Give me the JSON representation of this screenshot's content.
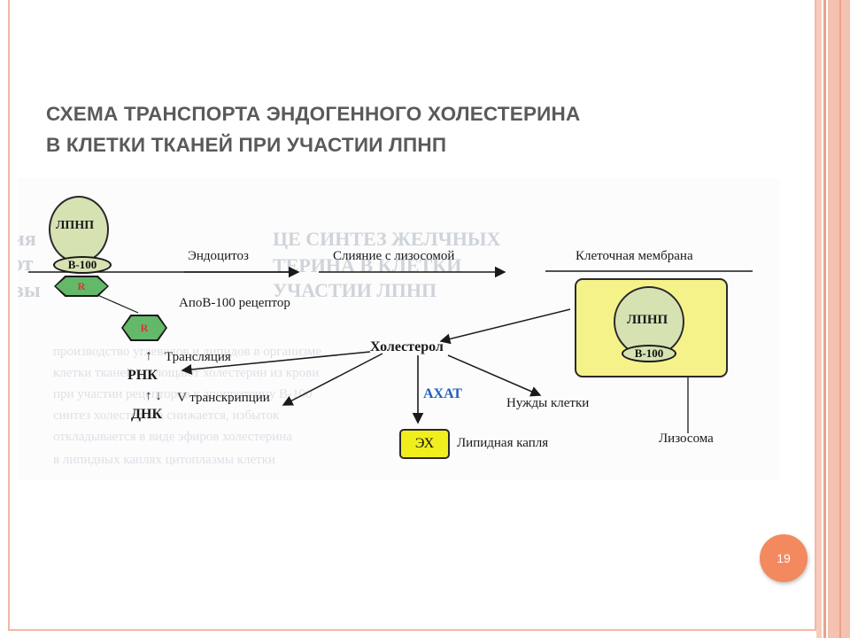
{
  "slide": {
    "title_line1": "СХЕМА ТРАНСПОРТА ЭНДОГЕННОГО ХОЛЕСТЕРИНА",
    "title_line2": "В КЛЕТКИ ТКАНЕЙ  ПРИ УЧАСТИИ ЛПНП",
    "page_number": "19",
    "colors": {
      "accent": "#f3895e",
      "frame": "#f2b8a6",
      "title": "#5a5a5a"
    }
  },
  "diagram": {
    "ldl_label": "ЛПНП",
    "apo_label": "B-100",
    "receptor_glyph": "R",
    "endocytosis": "Эндоцитоз",
    "fusion": "Слияние с лизосомой",
    "cell_membrane": "Клеточная мембрана",
    "receptor_label": "АпоВ-100 рецептор",
    "cholesterol": "Холестерол",
    "acat": "АХАТ",
    "cell_needs": "Нужды клетки",
    "translation_arrow": "↑",
    "translation": "Трансляция",
    "rna": "РНК",
    "transcription_arrows": "↑  ↓",
    "transcription": "V транскрипции",
    "dna": "ДНК",
    "ester_box": "ЭХ",
    "lipid_droplet": "Липидная капля",
    "lysosome": "Лизосома",
    "colors": {
      "ldl_fill": "#d6e2b2",
      "receptor_fill": "#63b86a",
      "lysosome_fill": "#f6f28a",
      "ester_fill": "#f0ee1c",
      "acat_text": "#1f5fb8"
    }
  }
}
